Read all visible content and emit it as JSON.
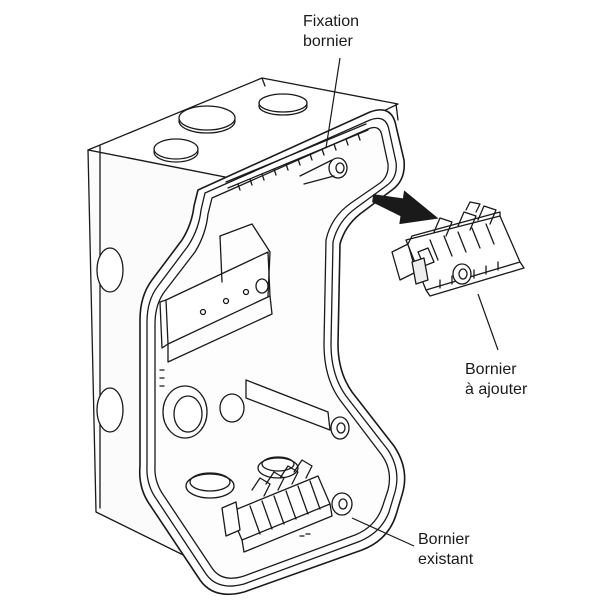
{
  "labels": {
    "fixation": {
      "line1": "Fixation",
      "line2": "bornier"
    },
    "ajouter": {
      "line1": "Bornier",
      "line2": "à ajouter"
    },
    "existant": {
      "line1": "Bornier",
      "line2": "existant"
    }
  },
  "colors": {
    "stroke": "#1a1a1a",
    "fill": "#ffffff",
    "shade": "#e6e6e6"
  }
}
